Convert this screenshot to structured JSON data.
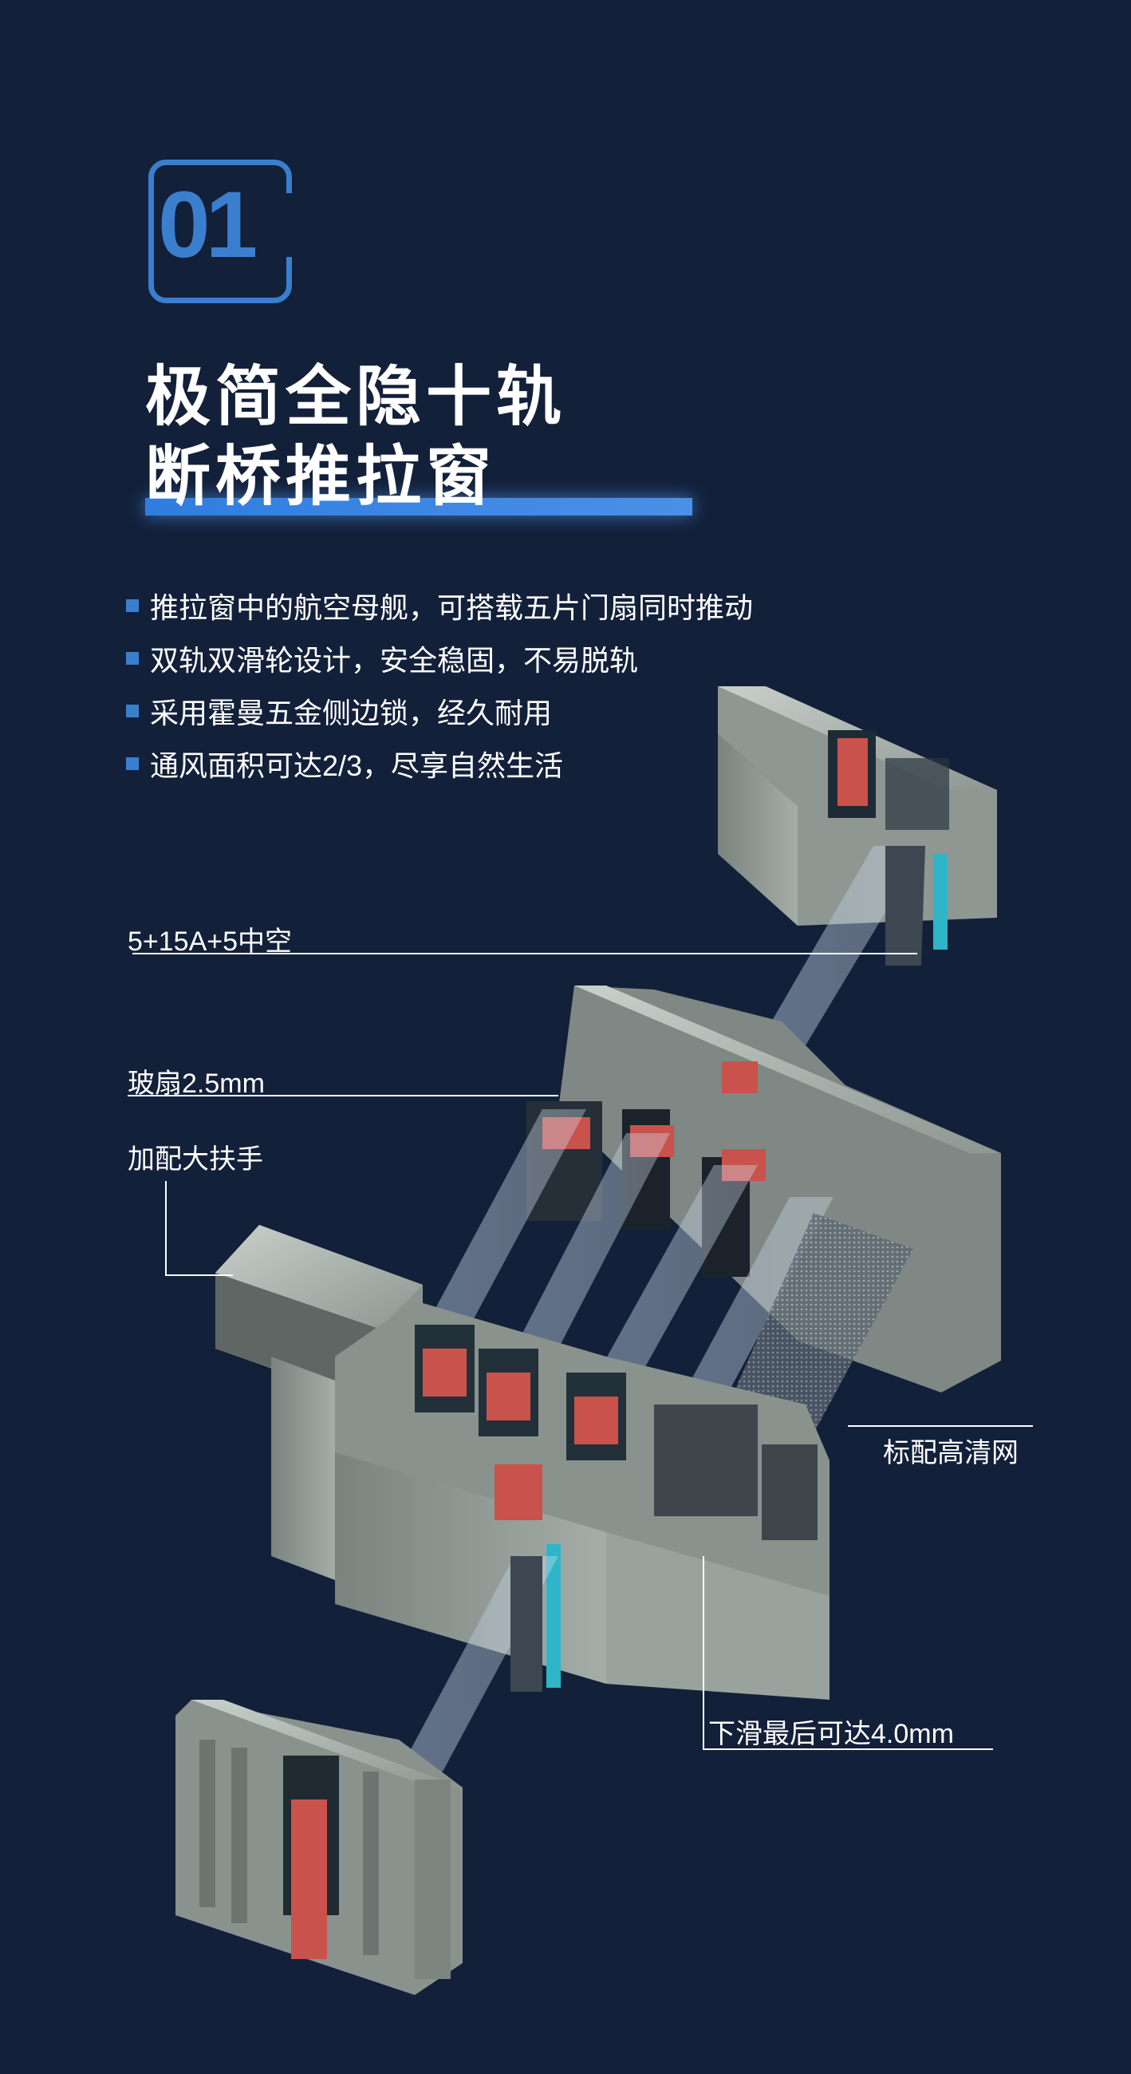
{
  "badge": {
    "number": "01"
  },
  "title": {
    "line1": "极简全隐十轨",
    "line2": "断桥推拉窗"
  },
  "features": [
    "推拉窗中的航空母舰，可搭载五片门扇同时推动",
    "双轨双滑轮设计，安全稳固，不易脱轨",
    "采用霍曼五金侧边锁，经久耐用",
    "通风面积可达2/3，尽享自然生活"
  ],
  "callouts": {
    "glass": "5+15A+5中空",
    "sash_thickness": "玻扇2.5mm",
    "handle": "加配大扶手",
    "screen": "标配高清网",
    "bottom_slide": "下滑最后可达4.0mm"
  },
  "colors": {
    "background": "#13203a",
    "accent": "#3a7fce",
    "profile": "#9aa29c",
    "thermal_break": "#c9524c",
    "seal": "#2fb5c8"
  }
}
